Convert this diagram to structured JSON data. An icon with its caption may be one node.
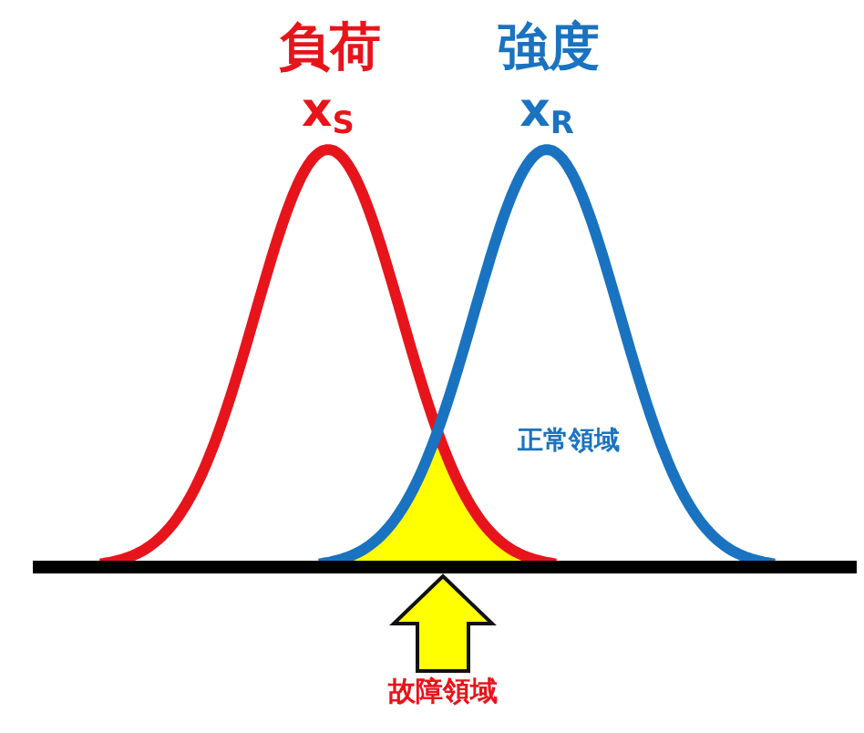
{
  "diagram": {
    "nodes": [
      {
        "text": [
          "故障領域"
        ]
      },
      {
        "text": [],
        "shape": "area"
      }
    ],
    "edges": [
      {
        "from": 0,
        "to": 1,
        "arrow": "to",
        "style": "thick"
      }
    ],
    "labels": [
      "負荷",
      "強度",
      "x$_{S}$",
      "x$_{R}$",
      "正常領域"
    ]
  }
}
